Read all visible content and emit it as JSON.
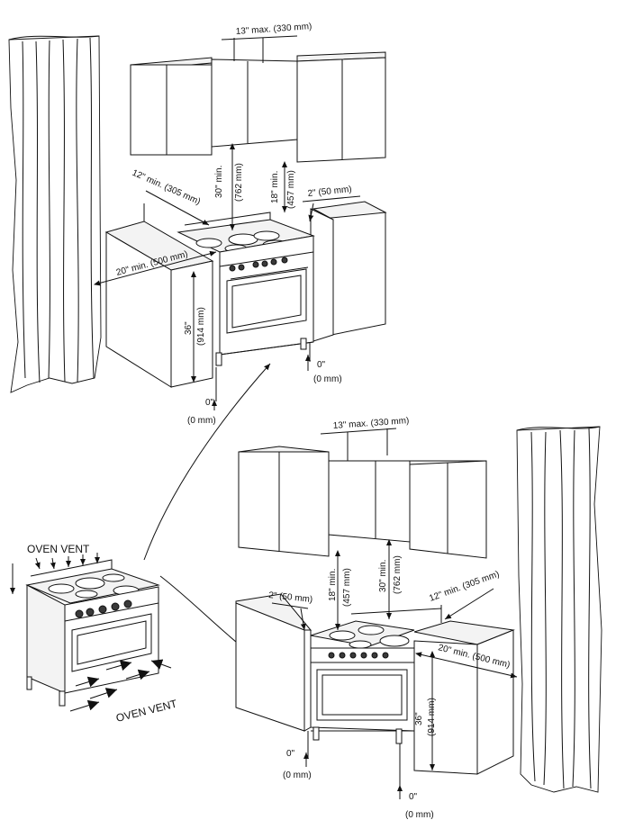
{
  "top_diagram": {
    "cabinet_gap": "13\" max. (330 mm)",
    "upper_clearance_imperial": "30\" min.",
    "upper_clearance_metric": "(762 mm)",
    "side_cabinet_height_imperial": "18\" min.",
    "side_cabinet_height_metric": "(457 mm)",
    "side_gap": "2\" (50 mm)",
    "back_left": "12\" min. (305 mm)",
    "left_side": "20\" min. (500 mm)",
    "counter_height_imperial": "36\"",
    "counter_height_metric": "(914 mm)",
    "floor_gap_right_imperial": "0\"",
    "floor_gap_right_metric": "(0 mm)",
    "floor_gap_left_imperial": "0\"",
    "floor_gap_left_metric": "(0 mm)"
  },
  "bottom_diagram": {
    "cabinet_gap": "13\" max. (330 mm)",
    "side_gap": "2\" (50 mm)",
    "side_cabinet_height_imperial": "18\" min.",
    "side_cabinet_height_metric": "(457 mm)",
    "upper_clearance_imperial": "30\" min.",
    "upper_clearance_metric": "(762 mm)",
    "back_right": "12\" min. (305 mm)",
    "right_side": "20\" min. (500 mm)",
    "counter_height_imperial": "36\"",
    "counter_height_metric": "(914 mm)",
    "floor_gap_left_imperial": "0\"",
    "floor_gap_left_metric": "(0 mm)",
    "floor_gap_right_imperial": "0\"",
    "floor_gap_right_metric": "(0 mm)"
  },
  "vent_diagram": {
    "top_vent": "OVEN VENT",
    "bottom_vent": "OVEN VENT"
  }
}
